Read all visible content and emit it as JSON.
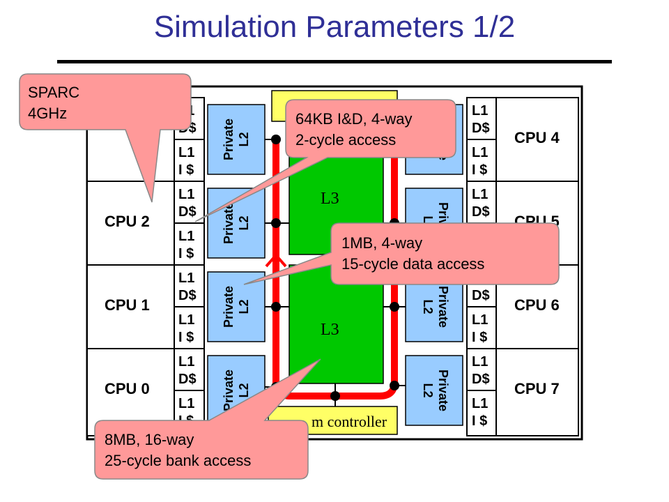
{
  "slide": {
    "title": "Simulation Parameters 1/2"
  },
  "cpus": {
    "left": [
      "",
      "CPU 2",
      "CPU 1",
      "CPU 0"
    ],
    "right": [
      "CPU 4",
      "CPU 5",
      "CPU 6",
      "CPU 7"
    ]
  },
  "cache_labels": {
    "l1": "L1",
    "d_cache": "D$",
    "i_cache": "I $",
    "private": "Private",
    "l2": "L2"
  },
  "l3_labels": [
    "L3",
    "L3"
  ],
  "memory_controller": "m controller",
  "callouts": {
    "sparc": [
      "SPARC",
      "4GHz"
    ],
    "l1": [
      "64KB I&D, 4-way",
      "2-cycle access"
    ],
    "l2": [
      "1MB, 4-way",
      "15-cycle data access"
    ],
    "l3": [
      "8MB, 16-way",
      "25-cycle bank access"
    ]
  },
  "colors": {
    "title": "#2f2f96",
    "l2_fill": "#99ccff",
    "l3_fill": "#00c800",
    "interconnect": "#ff0000",
    "controller_fill": "#ffff66",
    "callout_fill": "#ff9999"
  }
}
